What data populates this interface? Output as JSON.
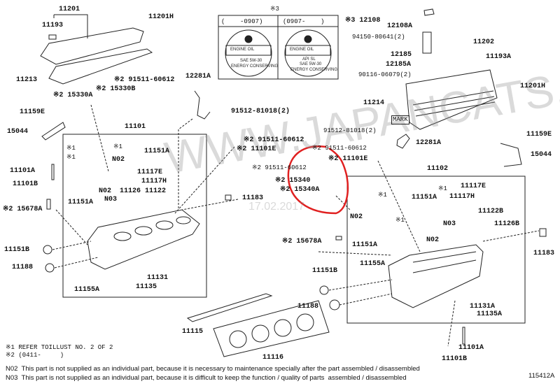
{
  "labels": [
    "11201",
    "11193",
    "11201H",
    "11213",
    "※2 91511-60612",
    "※2 15330B",
    "※2 15330A",
    "12281A",
    "91512-81018(2)",
    "11159E",
    "15044",
    "11101",
    "※2 91511-60612",
    "※2 11101E",
    "※1",
    "※1",
    "※1",
    "11151A",
    "N02",
    "11117E",
    "11117H",
    "11126 11122",
    "N02",
    "11101A",
    "11101B",
    "11151A",
    "N03",
    "※2 15678A",
    "11183",
    "11151B",
    "11188",
    "11131",
    "11135",
    "11155A",
    "11115",
    "11116",
    "※3",
    "※3 12108",
    "12108A",
    "94150-80641(2)",
    "11202",
    "11193A",
    "12185",
    "12185A",
    "90116-06079(2)",
    "11201H",
    "11214",
    "MARK",
    "91512-81018(2)",
    "11159E",
    "12281A",
    "※2 91511-60612",
    "※2 11101E",
    "15044",
    "11102",
    "※2 91511-60612",
    "※2 15340",
    "※2 15340A",
    "11117E",
    "※1",
    "11117H",
    "※1",
    "11151A",
    "11122B",
    "N02",
    "※1",
    "11126B",
    "N03",
    "N02",
    "11151A",
    "※2 15678A",
    "11183",
    "11155A",
    "11151B",
    "11188",
    "11131A",
    "11135A",
    "11101A",
    "11101B"
  ],
  "cap_box": {
    "left_header": "(    -0907)",
    "right_header": "(0907-    )",
    "left_cap": {
      "line1": "ENGINE OIL",
      "line2": "SAE 5W-30",
      "line3": "ENERGY CONSERVING"
    },
    "right_cap": {
      "line1": "ENGINE OIL",
      "line2": "API SL",
      "line3": "SAE 5W-30",
      "line4": "ENERGY CONSERVING"
    }
  },
  "footnotes": [
    "※1 REFER TOILLUST NO. 2 OF 2",
    "※2 (0411-     )"
  ],
  "notes": [
    "N02  This part is not supplied as an individual part, because it is necessary to maintenance specially after the part assembled / disassembled",
    "N03  This part is not supplied as an individual part, because it is difficult to keep the function / quality of parts  assembled / disassembled"
  ],
  "illustration_id": "115412A",
  "watermark": {
    "site": "WWW.JAPANCATS.RU",
    "date": "17.02.2017"
  },
  "colors": {
    "highlight": "#e02020",
    "ink": "#111111"
  }
}
